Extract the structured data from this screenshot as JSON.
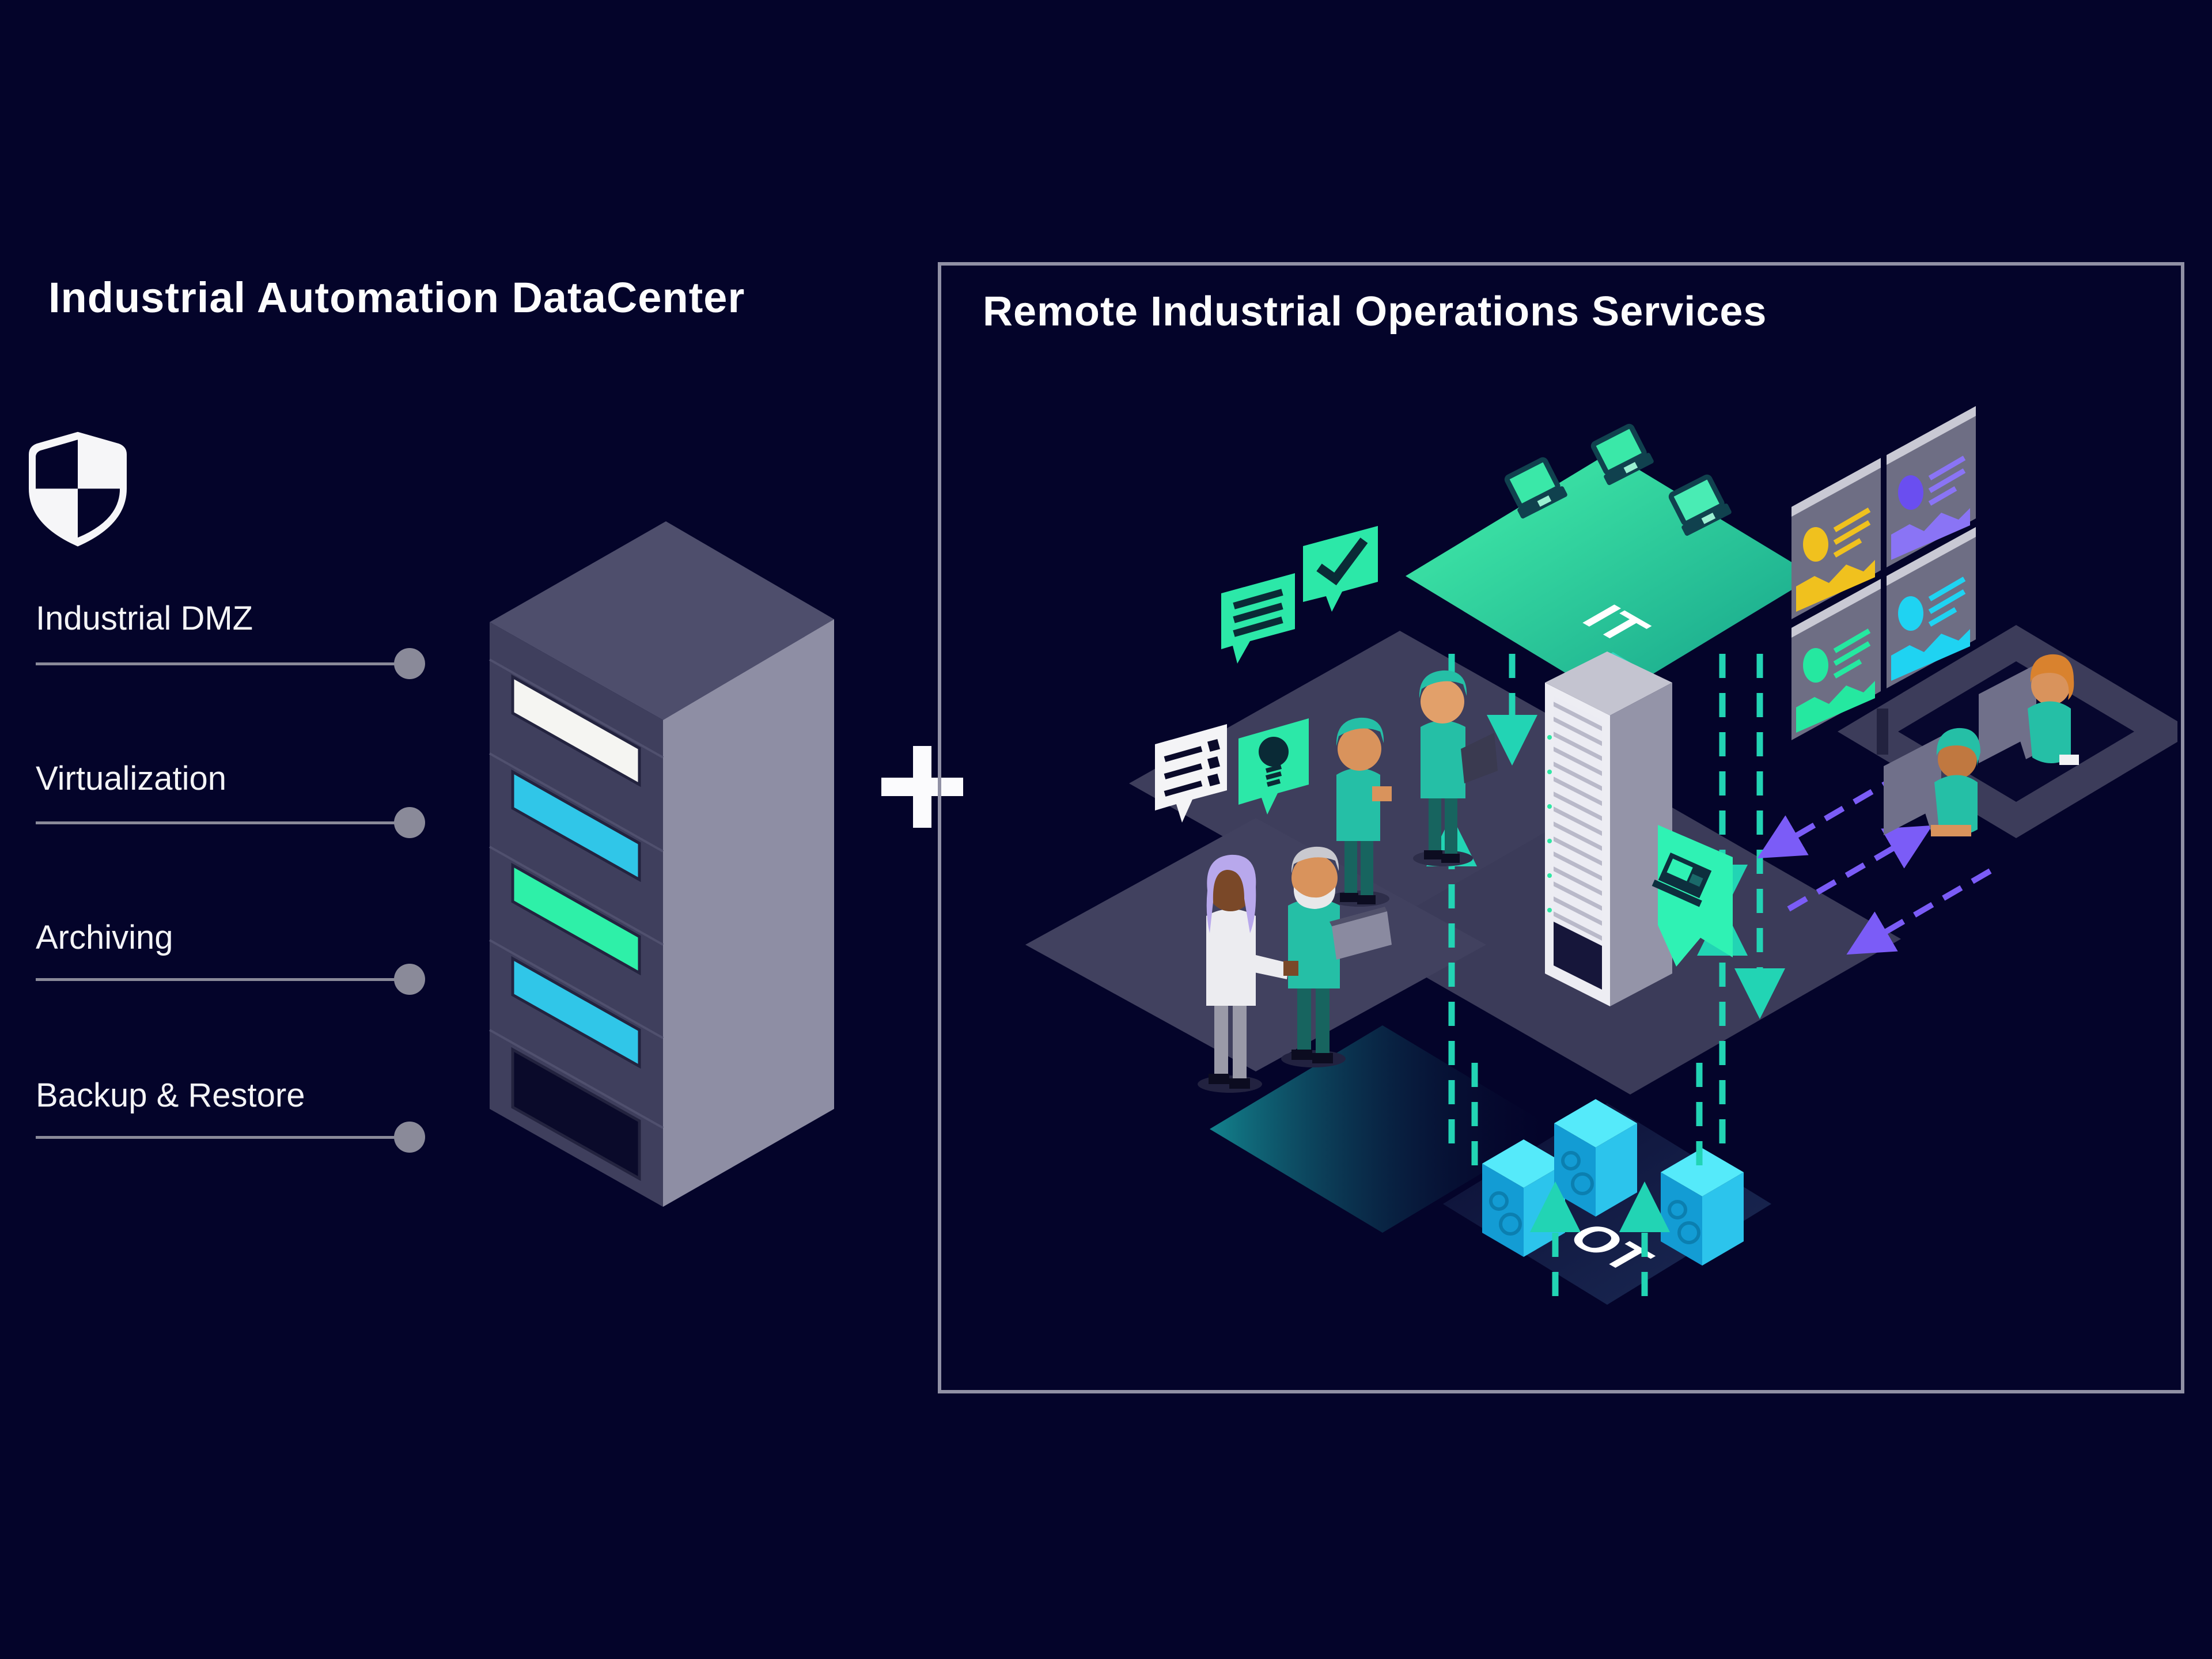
{
  "left_panel": {
    "title": "Industrial Automation DataCenter",
    "icon": "shield-checkered-icon",
    "items": [
      {
        "label": "Industrial DMZ"
      },
      {
        "label": "Virtualization"
      },
      {
        "label": "Archiving"
      },
      {
        "label": "Backup & Restore"
      }
    ]
  },
  "connector": {
    "plus_label": "+"
  },
  "right_panel": {
    "title": "Remote Industrial Operations Services",
    "labels": {
      "it": "IT",
      "ot": "OT"
    }
  },
  "colors": {
    "background": "#04042a",
    "panel_border": "#9191a5",
    "rule_gray": "#8a8a99",
    "accent_green": "#2ee6a4",
    "accent_cyan": "#30c6e8",
    "arrow_teal": "#22d4b4",
    "arrow_purple": "#7b5cf7",
    "platform_slate": "#3c3c5a",
    "chart_yellow": "#f0c11e",
    "chart_purple": "#6a4ef0",
    "chart_green": "#25e8a0",
    "chart_cyan": "#1fd3f2"
  }
}
